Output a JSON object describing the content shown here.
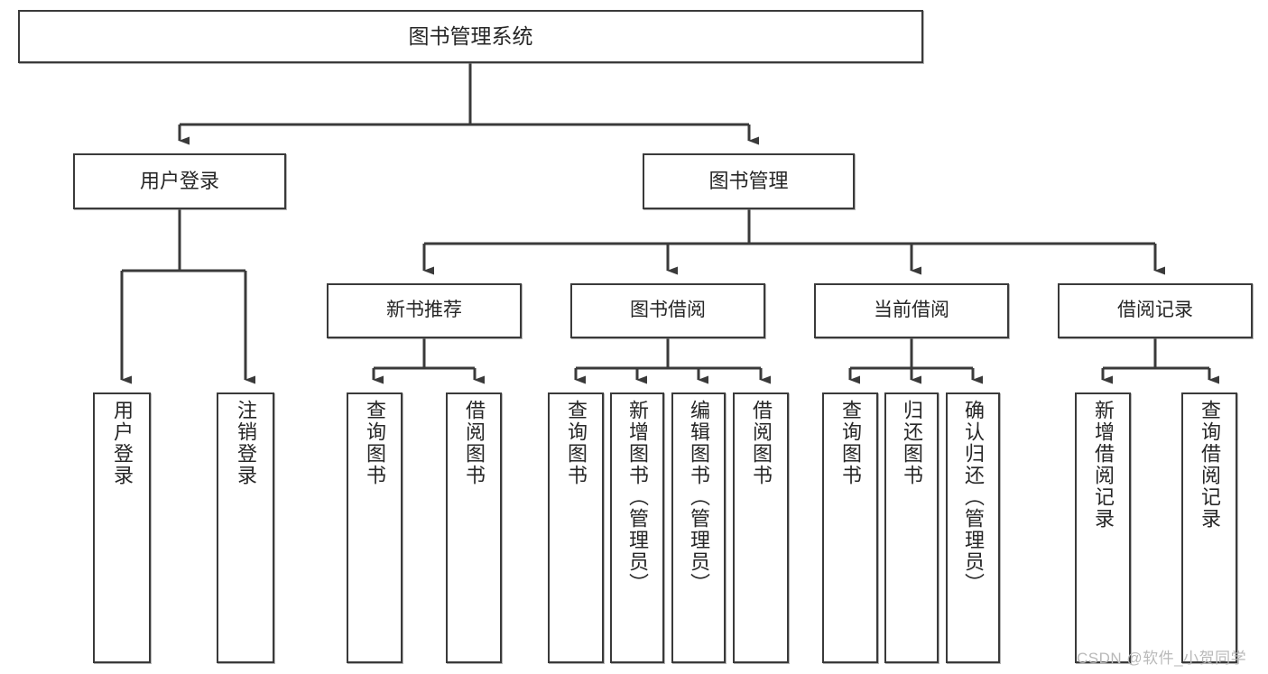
{
  "diagram": {
    "title": "图书管理系统",
    "type": "tree-hierarchy-chart",
    "orientation": "top-down",
    "colors": {
      "box_border": "#3a3a3a",
      "box_fill": "#ffffff",
      "connector": "#3a3a3a",
      "text": "#262626",
      "watermark": "#b9b9b9",
      "background": "#ffffff"
    },
    "nodes": {
      "root": {
        "label": "图书管理系统"
      },
      "level2": [
        {
          "id": "user-login",
          "label": "用户登录"
        },
        {
          "id": "book-management",
          "label": "图书管理"
        }
      ],
      "level3": [
        {
          "id": "new-book-recommend",
          "label": "新书推荐"
        },
        {
          "id": "book-borrow",
          "label": "图书借阅"
        },
        {
          "id": "current-borrow",
          "label": "当前借阅"
        },
        {
          "id": "borrow-record",
          "label": "借阅记录"
        }
      ],
      "leaves": {
        "user-login": [
          {
            "id": "leaf-user-login",
            "label": "用户登录"
          },
          {
            "id": "leaf-logout-login",
            "label": "注销登录"
          }
        ],
        "new-book-recommend": [
          {
            "id": "leaf-query-book-1",
            "label": "查询图书"
          },
          {
            "id": "leaf-borrow-book-1",
            "label": "借阅图书"
          }
        ],
        "book-borrow": [
          {
            "id": "leaf-query-book-2",
            "label": "查询图书"
          },
          {
            "id": "leaf-add-book-admin",
            "label": "新增图书（管理员）"
          },
          {
            "id": "leaf-edit-book-admin",
            "label": "编辑图书（管理员）"
          },
          {
            "id": "leaf-borrow-book-2",
            "label": "借阅图书"
          }
        ],
        "current-borrow": [
          {
            "id": "leaf-query-book-3",
            "label": "查询图书"
          },
          {
            "id": "leaf-return-book",
            "label": "归还图书"
          },
          {
            "id": "leaf-confirm-return-admin",
            "label": "确认归还（管理员）"
          }
        ],
        "borrow-record": [
          {
            "id": "leaf-add-borrow-record",
            "label": "新增借阅记录"
          },
          {
            "id": "leaf-query-borrow-record",
            "label": "查询借阅记录"
          }
        ]
      }
    },
    "watermark": "CSDN @软件_小贺同学"
  }
}
